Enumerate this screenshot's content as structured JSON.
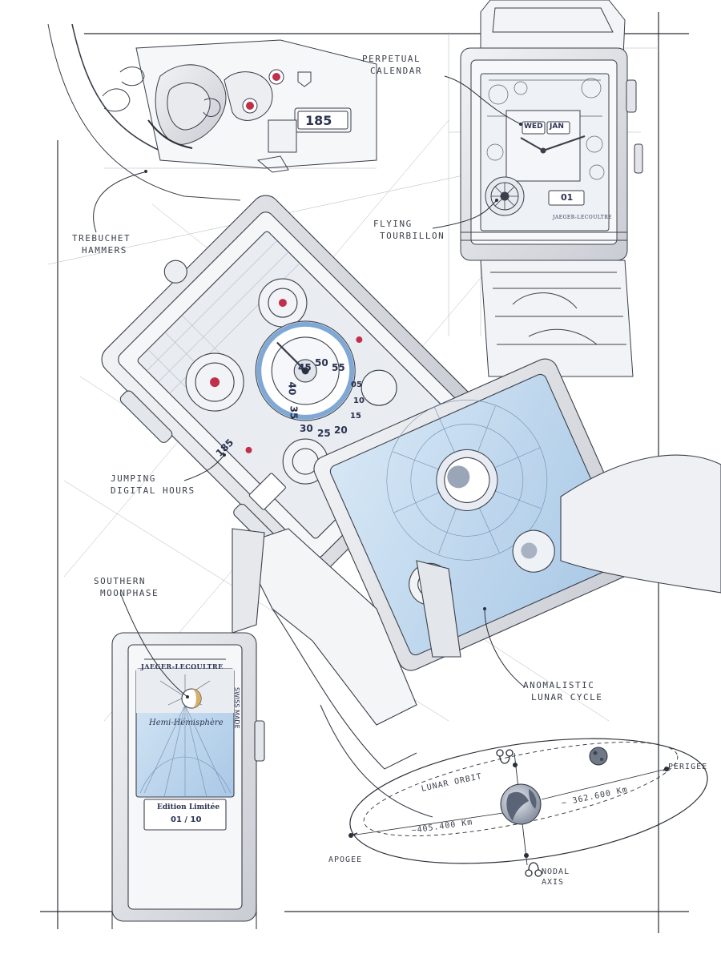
{
  "labels": {
    "perpetual_calendar": [
      "PERPETUAL",
      "CALENDAR"
    ],
    "trebuchet_hammers": [
      "TREBUCHET",
      "HAMMERS"
    ],
    "flying_tourbillon": [
      "FLYING",
      "TOURBILLON"
    ],
    "jumping_digital_hours": [
      "JUMPING",
      "DIGITAL HOURS"
    ],
    "southern_moonphase": [
      "SOUTHERN",
      "MOONPHASE"
    ],
    "anomalistic_lunar_cycle": [
      "ANOMALISTIC",
      "LUNAR CYCLE"
    ]
  },
  "diagram": {
    "lunar_orbit": "LUNAR ORBIT",
    "perigee": "PERIGEE",
    "apogee": "APOGEE",
    "nodal_axis": [
      "NODAL",
      "AXIS"
    ],
    "perigee_distance": "~ 362.600 Km",
    "apogee_distance": "~405.400 Km"
  },
  "watch": {
    "hour_display_top": "185",
    "hour_display_main": "185",
    "day": "WED",
    "month": "JAN",
    "date_digits": "01",
    "brand": "JAEGER-LECOULTRE",
    "script": "Hemi-Hémisphère",
    "edition": "Edition Limitée",
    "edition_number": "01 / 10",
    "swiss_made": "SWISS MADE",
    "minutes_scale": [
      "45",
      "50",
      "55",
      "05",
      "10",
      "15",
      "20",
      "25",
      "30",
      "35",
      "40"
    ]
  },
  "colors": {
    "ink": "#3a3f4a",
    "blue_wash": "#bcd6ec",
    "ruby": "#c0304a",
    "gold": "#d8b06a"
  },
  "icons": [
    "ascending-node-icon",
    "descending-node-icon",
    "earth-icon",
    "moon-icon"
  ]
}
